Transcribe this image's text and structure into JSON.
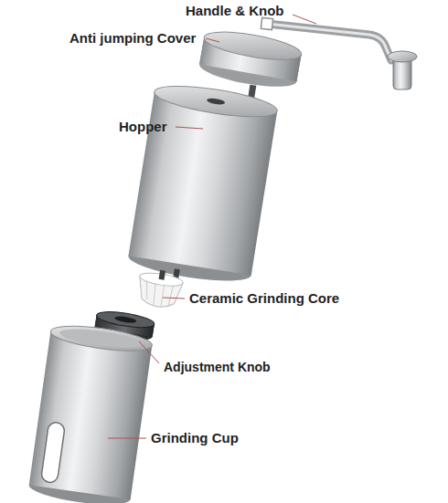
{
  "diagram": {
    "labels": [
      "Handle & Knob",
      "Anti jumping Cover",
      "Hopper",
      "Ceramic Grinding Core",
      "Adjustment Knob",
      "Grinding Cup"
    ]
  }
}
